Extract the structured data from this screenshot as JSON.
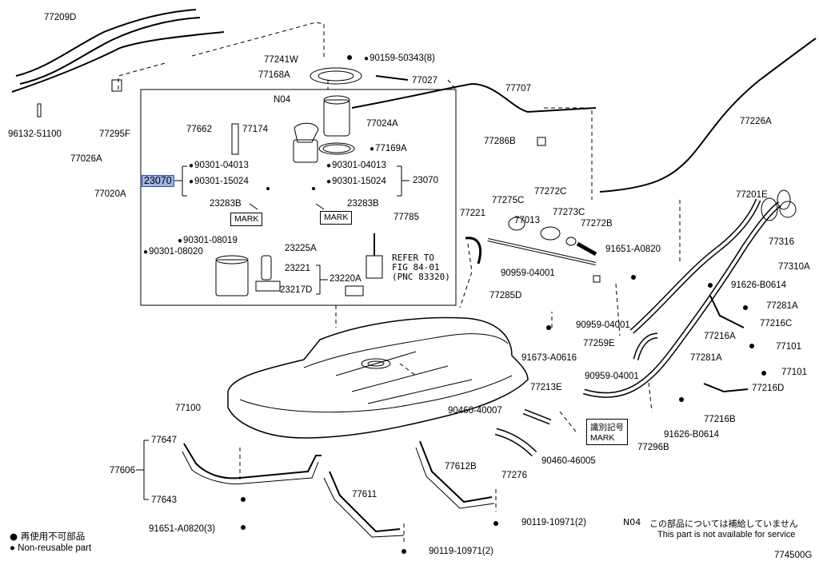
{
  "diagram_id": "774500G",
  "highlight_label": "23070",
  "part_labels": {
    "p77209D": "77209D",
    "p96132": "96132-51100",
    "p77026A": "77026A",
    "p77295F": "77295F",
    "p77241W": "77241W",
    "p90159": "90159-50343(8)",
    "p77168A": "77168A",
    "p77027": "77027",
    "pN04": "N04",
    "p77024A": "77024A",
    "p77662": "77662",
    "p77174": "77174",
    "p77169A": "77169A",
    "p90301_04013_l": "90301-04013",
    "p90301_15024_l": "90301-15024",
    "p90301_04013_r": "90301-04013",
    "p90301_15024_r": "90301-15024",
    "p23070_r": "23070",
    "p77020A": "77020A",
    "p23283B_l": "23283B",
    "p23283B_r": "23283B",
    "p77785": "77785",
    "p90301_08019": "90301-08019",
    "p90301_08020": "90301-08020",
    "p23225A": "23225A",
    "p23221": "23221",
    "p23220A": "23220A",
    "p23217D": "23217D",
    "p_refer1": "REFER TO",
    "p_refer2": "FIG 84-01",
    "p_refer3": "(PNC 83320)",
    "p77707": "77707",
    "p77286B": "77286B",
    "p77226A": "77226A",
    "p77221": "77221",
    "p77275C": "77275C",
    "p77272C": "77272C",
    "p77013": "77013",
    "p77273C": "77273C",
    "p77272B": "77272B",
    "p91651_A0820": "91651-A0820",
    "p90959_04001_a": "90959-04001",
    "p77285D": "77285D",
    "p91673": "91673-A0616",
    "p90959_04001_b": "90959-04001",
    "p77259E": "77259E",
    "p90959_04001_c": "90959-04001",
    "p77201E": "77201E",
    "p77316": "77316",
    "p77310A": "77310A",
    "p91626_B0614_a": "91626-B0614",
    "p77281A_a": "77281A",
    "p77216A": "77216A",
    "p77216C": "77216C",
    "p77101_a": "77101",
    "p77281A_b": "77281A",
    "p77101_b": "77101",
    "p77216D": "77216D",
    "p77216B": "77216B",
    "p91626_B0614_b": "91626-B0614",
    "p77296B": "77296B",
    "p77100": "77100",
    "p77213E": "77213E",
    "p90460_40007": "90460-40007",
    "p90460_46005": "90460-46005",
    "p77276": "77276",
    "p77647": "77647",
    "p77606": "77606",
    "p77643": "77643",
    "p91651_A0820_3": "91651-A0820(3)",
    "p77611": "77611",
    "p77612B": "77612B",
    "p90119_a": "90119-10971(2)",
    "p90119_b": "90119-10971(2)"
  },
  "mark_label": "MARK",
  "jp_mark_1": "識別記号",
  "jp_mark_2": "MARK",
  "note_code": "N04",
  "note_jp": "この部品については補給していません",
  "note_en": "This part is not available for service",
  "legend_jp": "再使用不可部品",
  "legend_en": "Non-reusable part"
}
